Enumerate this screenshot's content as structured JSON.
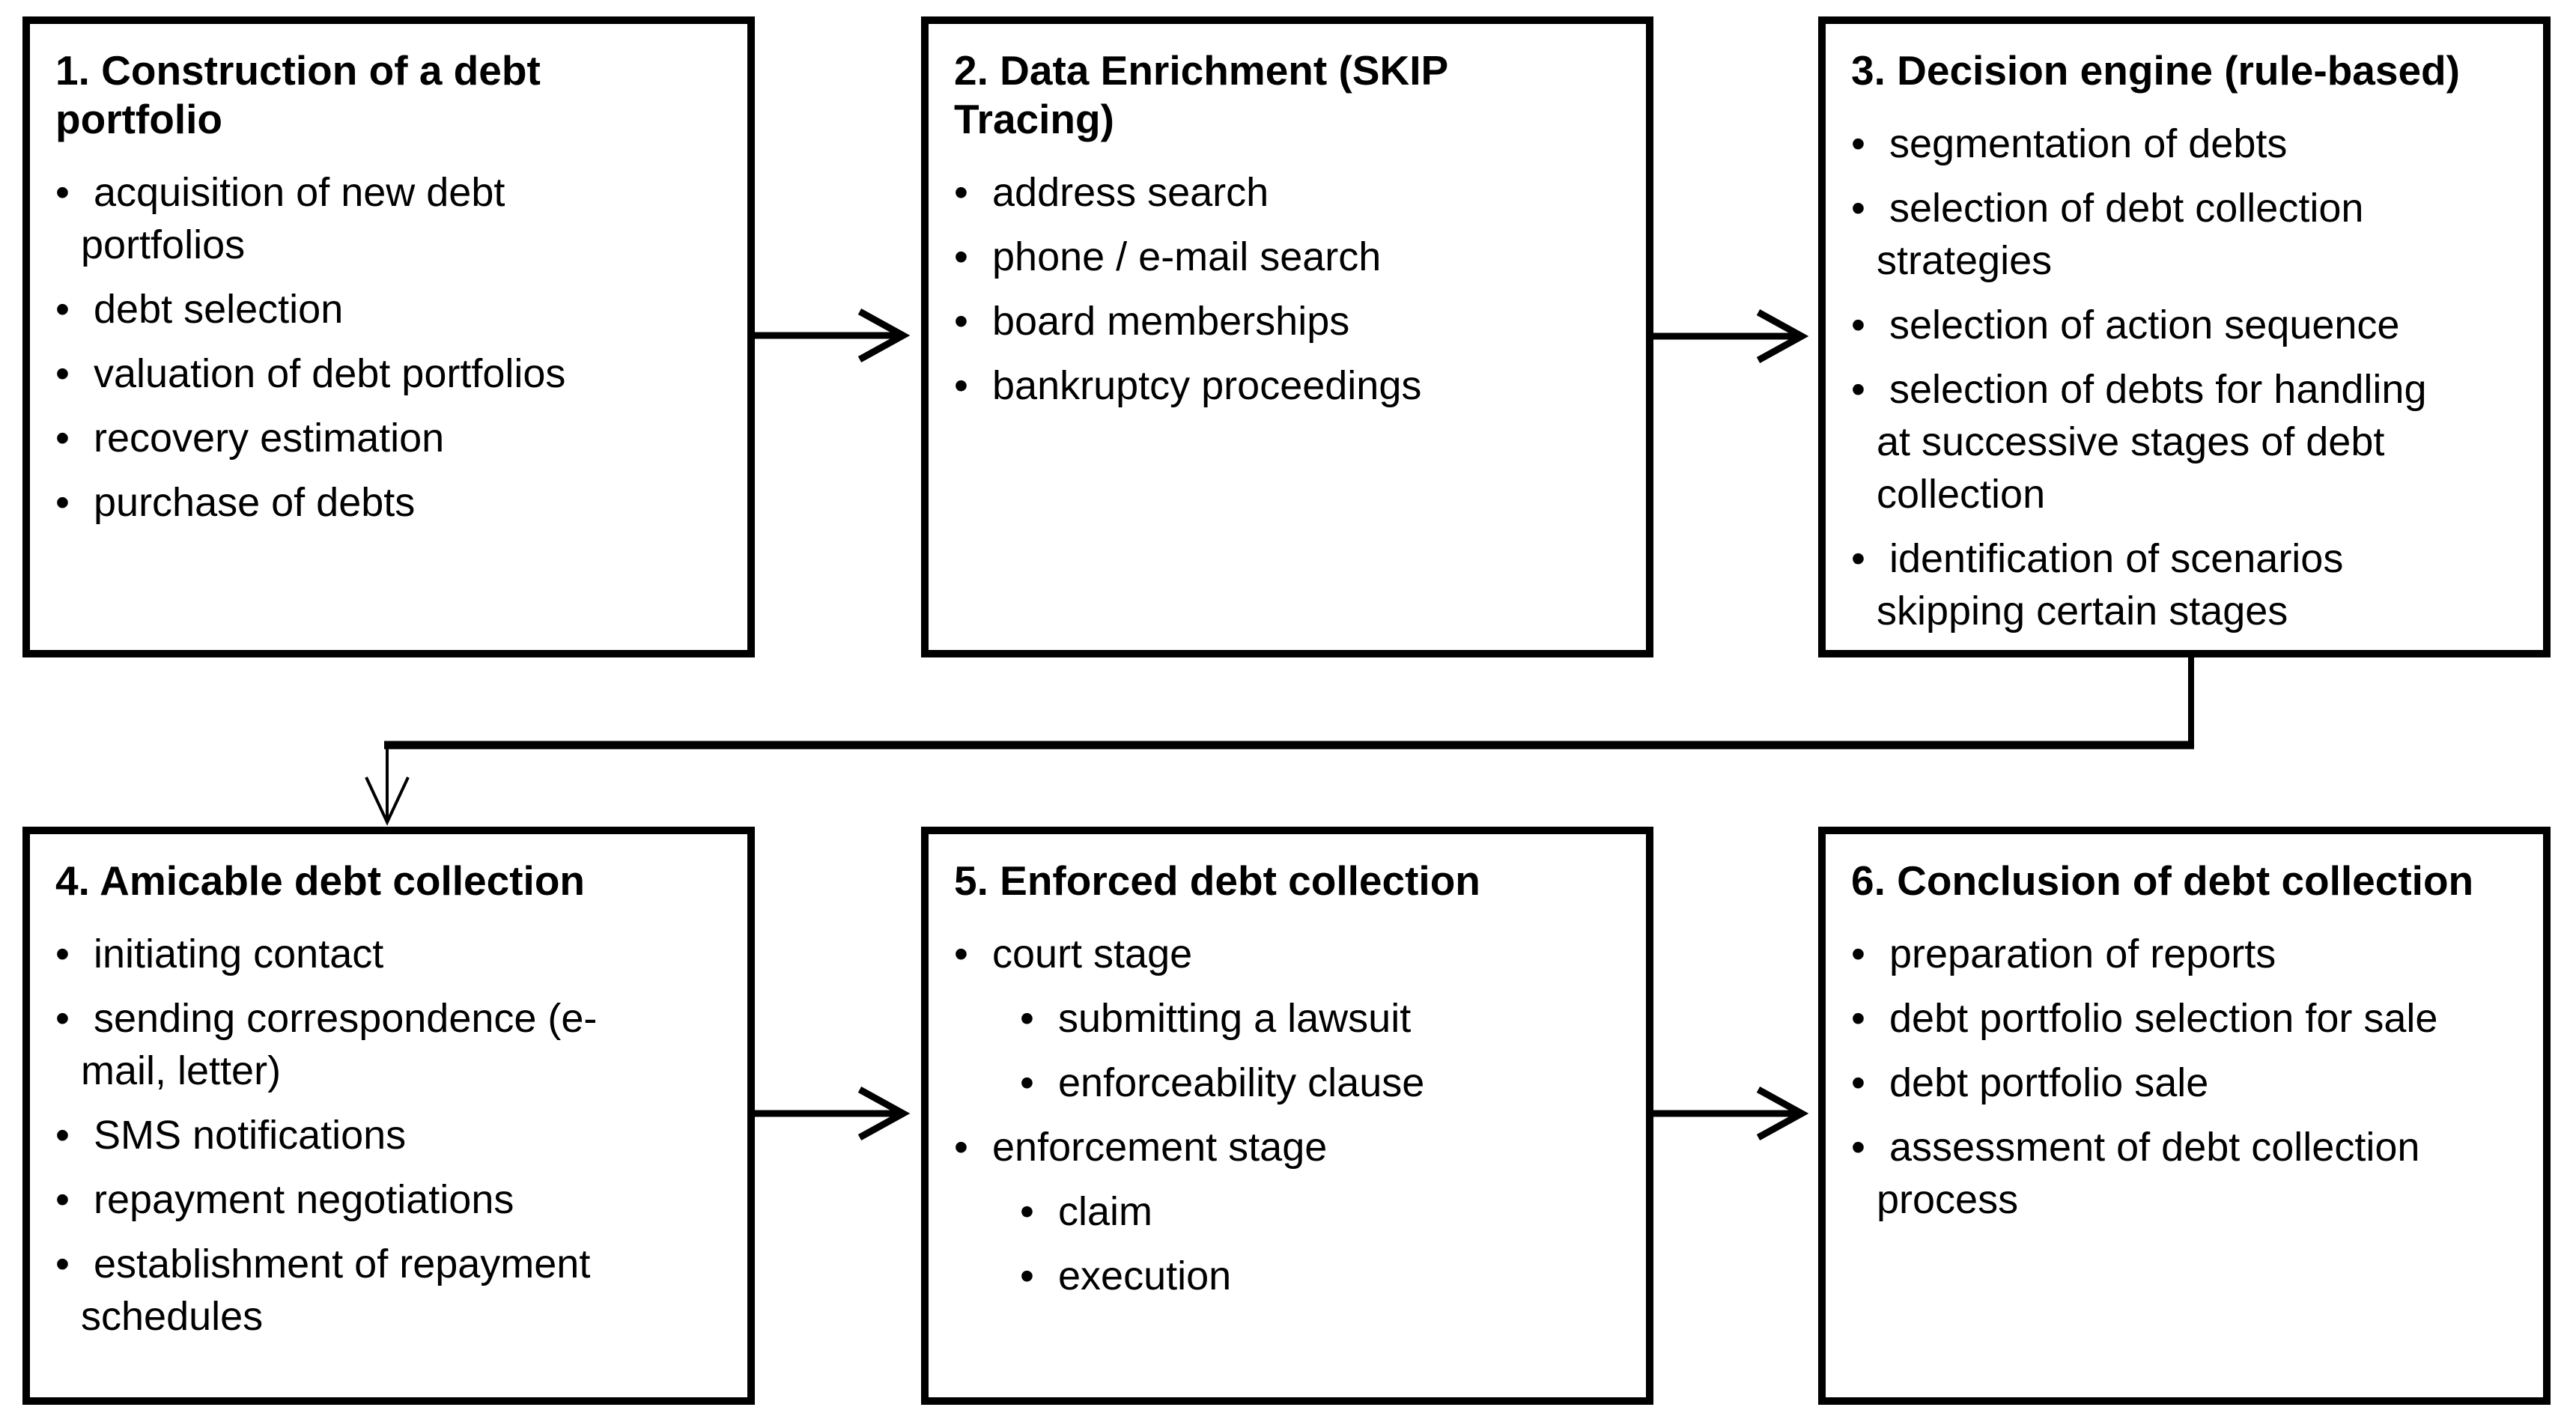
{
  "diagram": {
    "background_color": "#ffffff",
    "line_color": "#000000",
    "boxes": [
      {
        "title": "1. Construction of a debt portfolio",
        "items": [
          {
            "text": "acquisition of new debt portfolios",
            "level": 1
          },
          {
            "text": "debt selection",
            "level": 1
          },
          {
            "text": "valuation of debt portfolios",
            "level": 1
          },
          {
            "text": "recovery estimation",
            "level": 1
          },
          {
            "text": "purchase of debts",
            "level": 1
          }
        ]
      },
      {
        "title": "2. Data Enrichment (SKIP Tracing)",
        "items": [
          {
            "text": "address search",
            "level": 1
          },
          {
            "text": "phone / e-mail search",
            "level": 1
          },
          {
            "text": "board memberships",
            "level": 1
          },
          {
            "text": "bankruptcy proceedings",
            "level": 1
          }
        ]
      },
      {
        "title": "3. Decision engine (rule-based)",
        "items": [
          {
            "text": "segmentation of debts",
            "level": 1
          },
          {
            "text": "selection of debt collection strategies",
            "level": 1
          },
          {
            "text": "selection of action sequence",
            "level": 1
          },
          {
            "text": "selection of debts for handling at successive stages of debt collection",
            "level": 1
          },
          {
            "text": "identification of scenarios skipping certain stages",
            "level": 1
          }
        ]
      },
      {
        "title": "4. Amicable debt collection",
        "items": [
          {
            "text": "initiating contact",
            "level": 1
          },
          {
            "text": "sending correspondence (e-mail, letter)",
            "level": 1
          },
          {
            "text": "SMS notifications",
            "level": 1
          },
          {
            "text": "repayment negotiations",
            "level": 1
          },
          {
            "text": "establishment of repayment schedules",
            "level": 1
          }
        ]
      },
      {
        "title": "5. Enforced debt collection",
        "items": [
          {
            "text": "court stage",
            "level": 1
          },
          {
            "text": "submitting a lawsuit",
            "level": 2
          },
          {
            "text": "enforceability clause",
            "level": 2
          },
          {
            "text": "enforcement stage",
            "level": 1
          },
          {
            "text": "claim",
            "level": 2
          },
          {
            "text": "execution",
            "level": 2
          }
        ]
      },
      {
        "title": "6. Conclusion of debt collection",
        "items": [
          {
            "text": "preparation of reports",
            "level": 1
          },
          {
            "text": "debt portfolio selection for sale",
            "level": 1
          },
          {
            "text": "debt portfolio sale",
            "level": 1
          },
          {
            "text": "assessment of debt collection process",
            "level": 1
          }
        ]
      }
    ],
    "connectors": [
      {
        "from": "box-1",
        "to": "box-2",
        "type": "arrow-right"
      },
      {
        "from": "box-2",
        "to": "box-3",
        "type": "arrow-right"
      },
      {
        "from": "box-3",
        "to": "box-4",
        "type": "elbow-down-left-down"
      },
      {
        "from": "box-4",
        "to": "box-5",
        "type": "arrow-right"
      },
      {
        "from": "box-5",
        "to": "box-6",
        "type": "arrow-right"
      }
    ]
  }
}
